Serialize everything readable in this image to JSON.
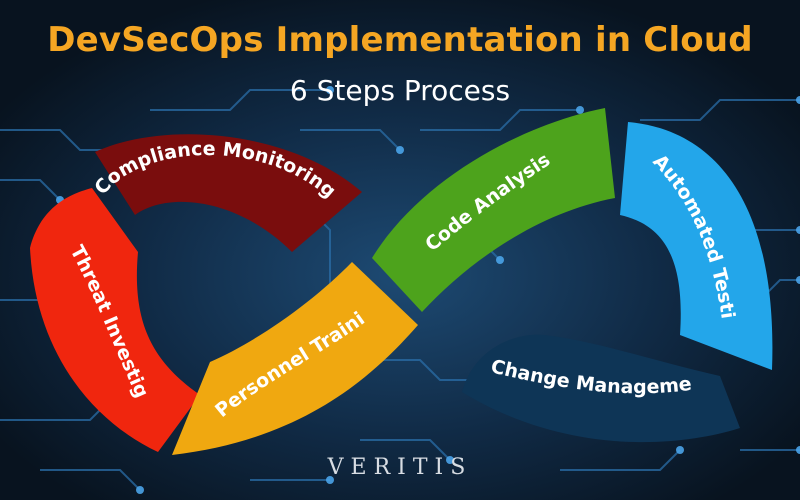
{
  "title": "DevSecOps Implementation in Cloud",
  "subtitle": "6 Steps Process",
  "steps": [
    {
      "label": "Compliance Monitoring",
      "color": "#7a0d0d"
    },
    {
      "label": "Threat Investigation",
      "color": "#f0260e"
    },
    {
      "label": "Personnel Training",
      "color": "#f0a810"
    },
    {
      "label": "Code Analysis",
      "color": "#4da31c"
    },
    {
      "label": "Automated Testing",
      "color": "#23a6ea"
    },
    {
      "label": "Change Management",
      "color": "#0e3556"
    }
  ],
  "logo": "VERITIS",
  "colors": {
    "background": "#0b1a2c",
    "title": "#f5a623",
    "circuit": "#2a6ea8",
    "logo": "#d8dde3"
  }
}
